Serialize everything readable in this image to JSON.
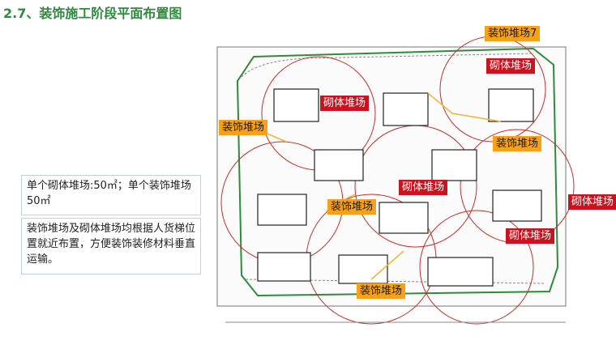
{
  "title": "2.7、装饰施工阶段平面布置图",
  "notes": {
    "box1": "单个砌体堆场:50㎡；单个装饰堆场50㎡",
    "box2": "装饰堆场及砌体堆场均根据人货梯位置就近布置，方便装饰装修材料垂直运输。"
  },
  "labels": {
    "decor_7": "装饰堆场7",
    "masonry_1": "砌体堆场",
    "masonry_2": "砌体堆场",
    "decor_1": "装饰堆场",
    "decor_2": "装饰堆场",
    "masonry_3": "砌体堆场",
    "masonry_4": "砌体堆场",
    "decor_3": "装饰堆场",
    "masonry_5": "砌体堆场",
    "decor_4": "装饰堆场"
  },
  "colors": {
    "title": "#2e8a3e",
    "decor_tag": "#f7a11a",
    "masonry_tag": "#c8141e",
    "site_boundary": "#2e8b3a",
    "radius_circle": "#c4302b"
  }
}
